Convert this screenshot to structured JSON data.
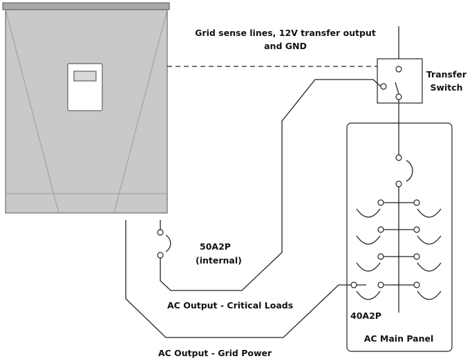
{
  "labels": {
    "grid_sense_line1": "Grid sense lines, 12V transfer output",
    "grid_sense_line2": "and GND",
    "transfer_switch_line1": "Transfer",
    "transfer_switch_line2": "Switch",
    "breaker_internal_rating": "50A2P",
    "breaker_internal_note": "(internal)",
    "ac_output_critical": "AC Output - Critical Loads",
    "breaker_main_rating": "40A2P",
    "main_panel": "AC Main Panel",
    "ac_output_grid": "AC Output - Grid Power"
  },
  "colors": {
    "inverter_body": "#c9c9c9",
    "inverter_top": "#a8a8a8",
    "line": "#222222"
  }
}
